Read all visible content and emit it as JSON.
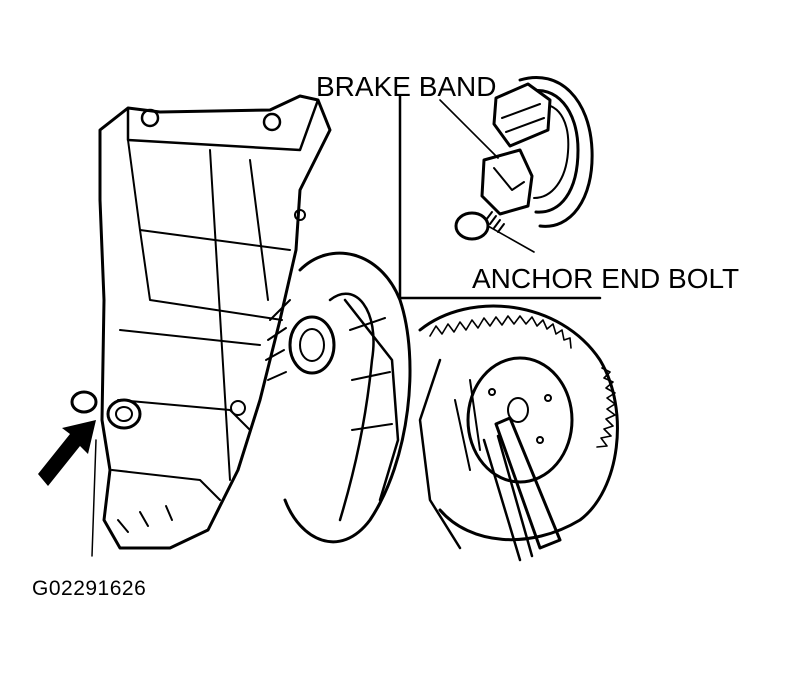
{
  "labels": {
    "brake_band": "BRAKE BAND",
    "anchor_end_bolt": "ANCHOR END BOLT"
  },
  "figure_code": "G02291626",
  "colors": {
    "ink": "#000000",
    "paper": "#ffffff"
  }
}
